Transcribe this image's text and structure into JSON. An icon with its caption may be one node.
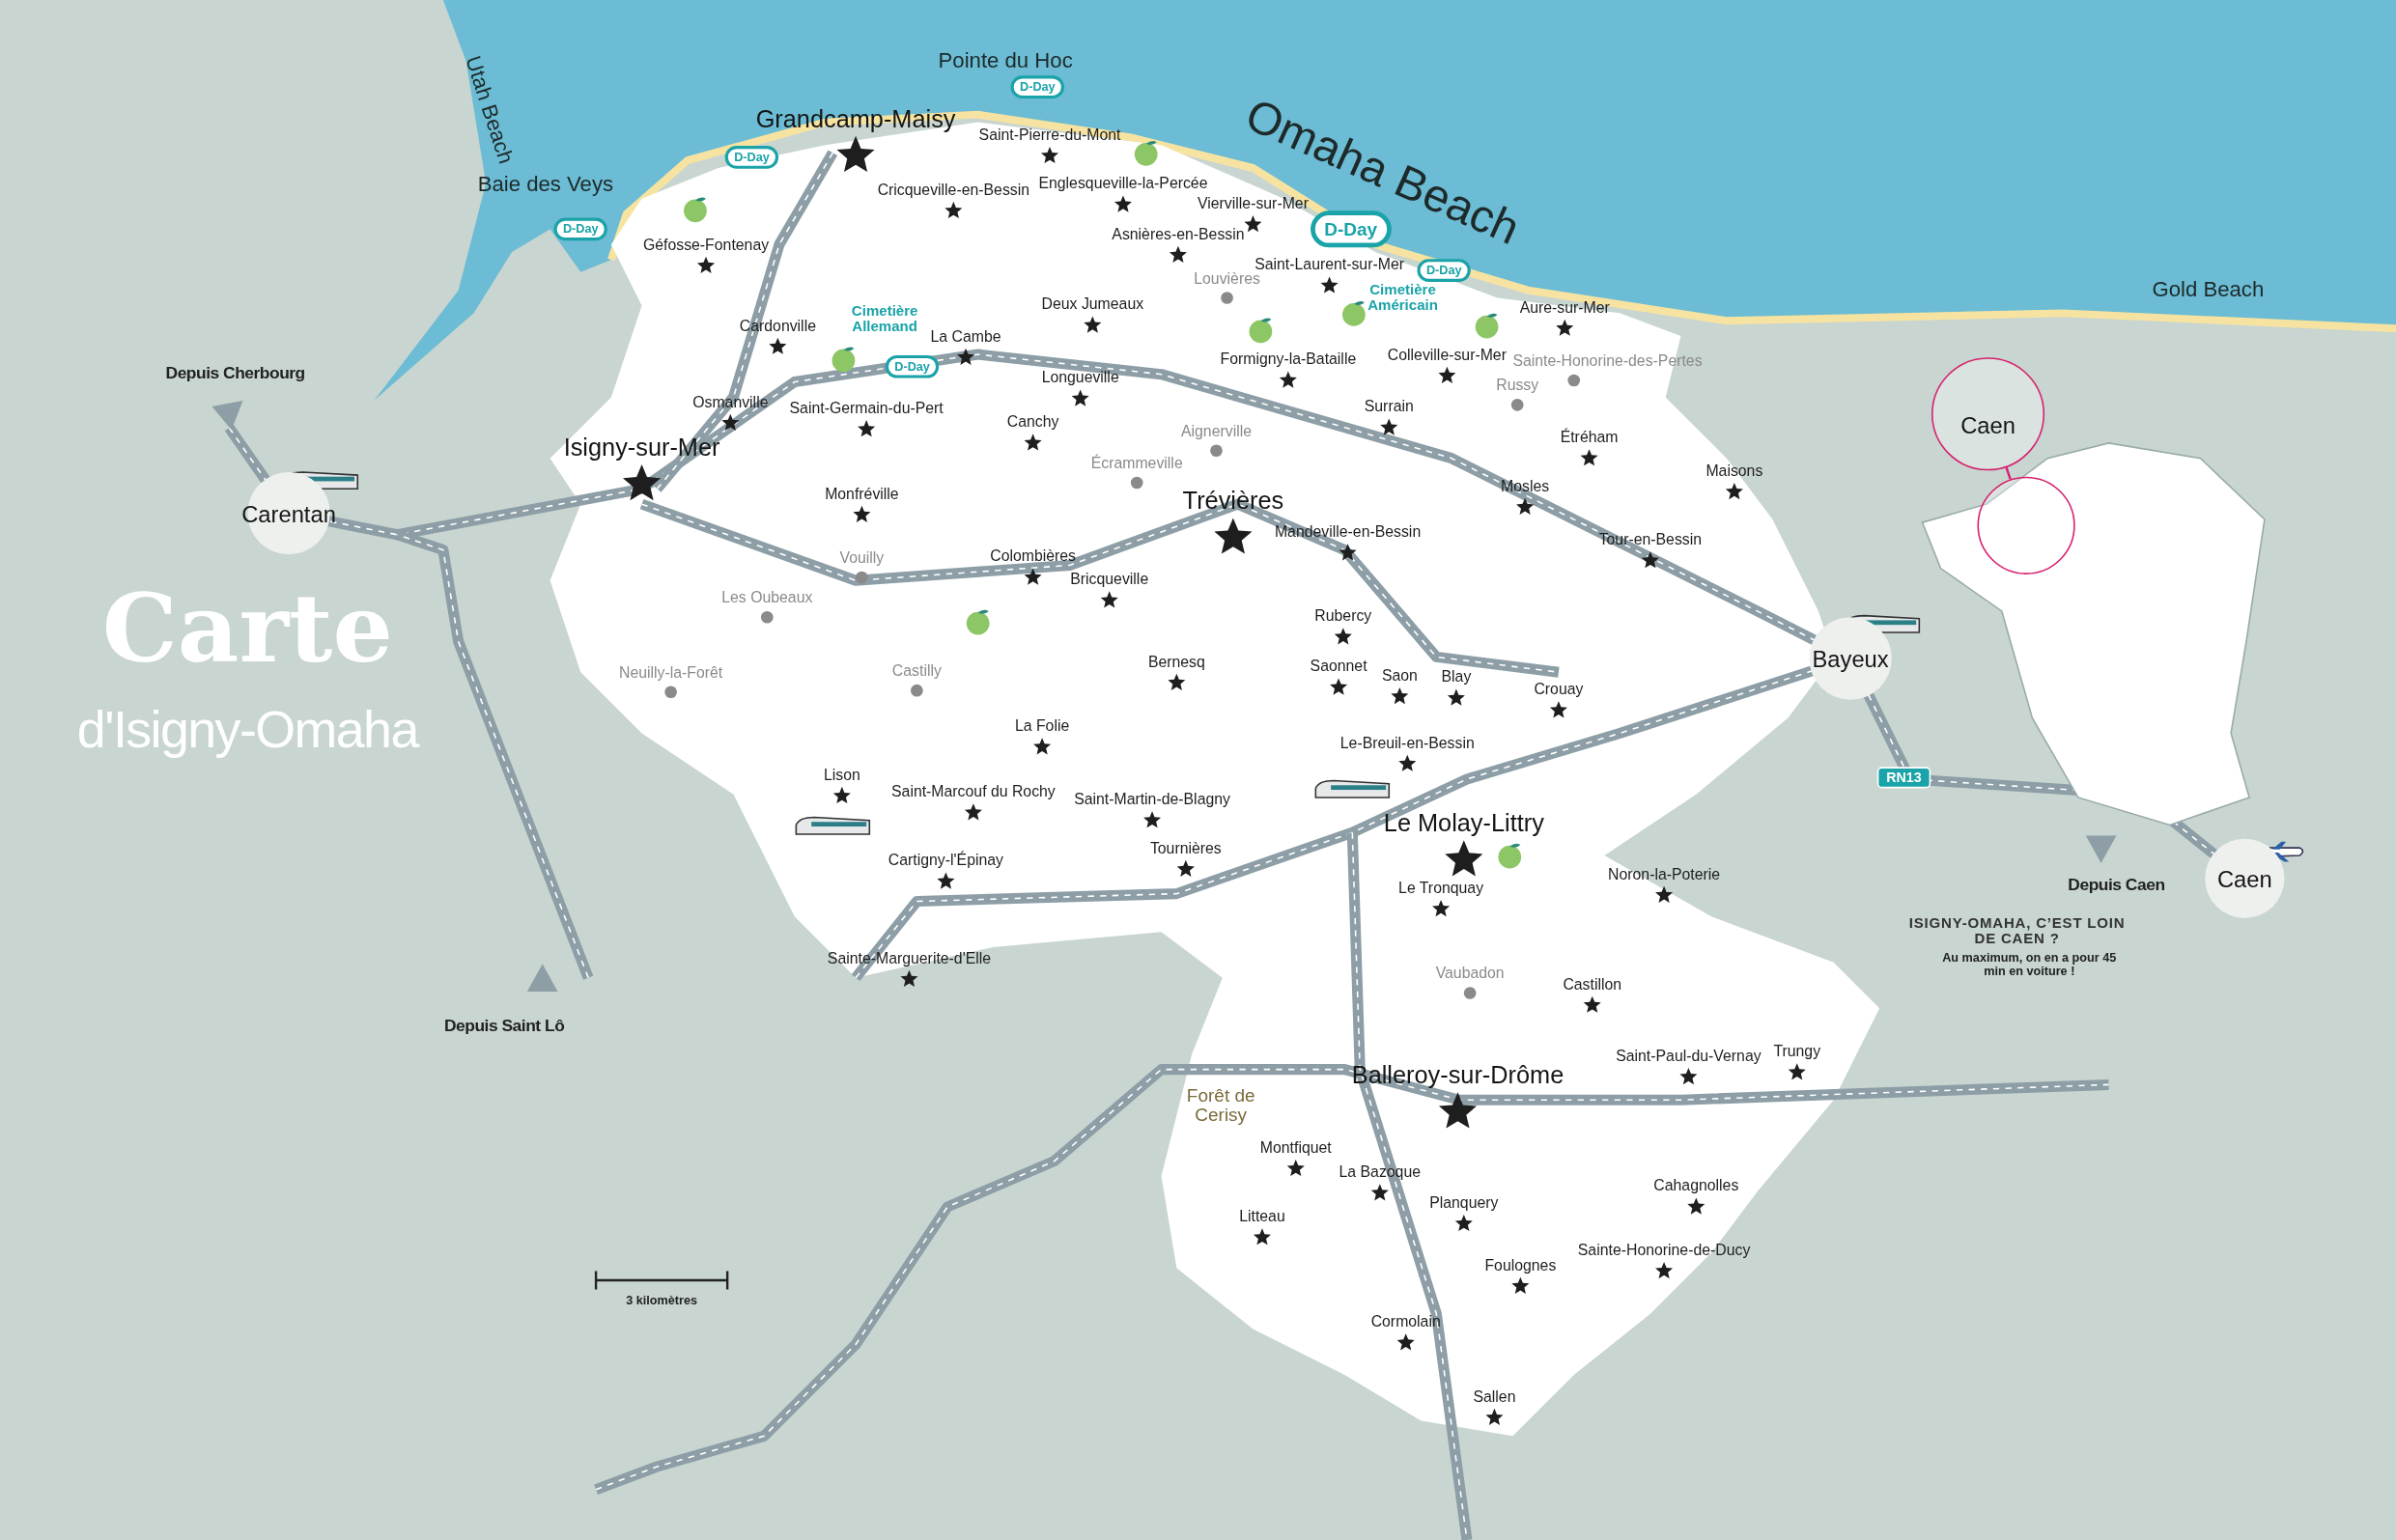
{
  "diagram": {
    "title": "Carte",
    "nodes": [
      {
        "text": [
          "D-Day"
        ]
      },
      {
        "text": [
          "D-Day"
        ]
      },
      {
        "text": [
          "D-Day"
        ]
      },
      {
        "text": [
          "D-Day"
        ]
      },
      {
        "text": [
          "D-Day"
        ]
      },
      {
        "text": [
          "D-Day"
        ]
      },
      {
        "text": [
          "Caen"
        ]
      },
      {
        "text": [
          "Carentan"
        ]
      },
      {
        "text": [],
        "shape": "circle"
      },
      {
        "text": [
          "Bayeux"
        ]
      },
      {
        "text": [
          "RN13"
        ]
      },
      {
        "text": [
          "Caen"
        ]
      }
    ],
    "edges": [
      {
        "from": 6,
        "to": 8,
        "arrow": "none"
      }
    ],
    "labels": [
      "Pointe du Hoc",
      "Utah Beach",
      "Grandcamp-Maisy",
      "Saint-Pierre-du-Mont",
      "Omaha Beach",
      "Englesqueville-la-Percée",
      "Baie des Veys",
      "Cricqueville-en-Bessin",
      "Vierville-sur-Mer",
      "Asnières-en-Bessin",
      "Géfosse-Fontenay",
      "Saint-Laurent-sur-Mer",
      "Louvières",
      "Cimetière Américain",
      "Deux Jumeaux",
      "Aure-sur-Mer",
      "Gold Beach",
      "Cimetière Allemand",
      "Cardonville",
      "La Cambe",
      "Colleville-sur-Mer",
      "Formigny-la-Bataille",
      "Sainte-Honorine-des-Pertes",
      "Depuis Cherbourg",
      "Longueville",
      "Russy",
      "Osmanville",
      "Saint-Germain-du-Pert",
      "Surrain",
      "Canchy",
      "Aignerville",
      "Étréham",
      "Isigny-sur-Mer",
      "Écrammeville",
      "Maisons",
      "Mosles",
      "Monfréville",
      "Trévières",
      "Mandeville-en-Bessin",
      "Tour-en-Bessin",
      "Colombières",
      "Vouilly",
      "Bricqueville",
      "Les Oubeaux",
      "Rubercy",
      "Bernesq",
      "Saonnet",
      "Castilly",
      "Neuilly-la-Forêt",
      "Saon",
      "Blay",
      "Crouay",
      "d'Isigny-Omaha",
      "La Folie",
      "Le-Breuil-en-Bessin",
      "Lison",
      "Saint-Marcouf du Rochy",
      "Saint-Martin-de-Blagny",
      "Le Molay-Littry",
      "Tournières",
      "Cartigny-l'Épinay",
      "Noron-la-Poterie",
      "Depuis Caen",
      "Le Tronquay",
      "ISIGNY-OMAHA, C’EST LOIN DE CAEN ?",
      "Au maximum, on en a pour 45 min en voiture !",
      "Sainte-Marguerite-d'Elle",
      "Vaubadon",
      "Castillon",
      "Depuis Saint Lô",
      "Trungy",
      "Saint-Paul-du-Vernay",
      "Balleroy-sur-Drôme",
      "Forêt de Cerisy",
      "Montfiquet",
      "La Bazoque",
      "Cahagnolles",
      "Planquery",
      "Litteau",
      "Sainte-Honorine-de-Ducy",
      "Foulognes",
      "3 kilomètres",
      "Cormolain",
      "Sallen"
    ]
  }
}
